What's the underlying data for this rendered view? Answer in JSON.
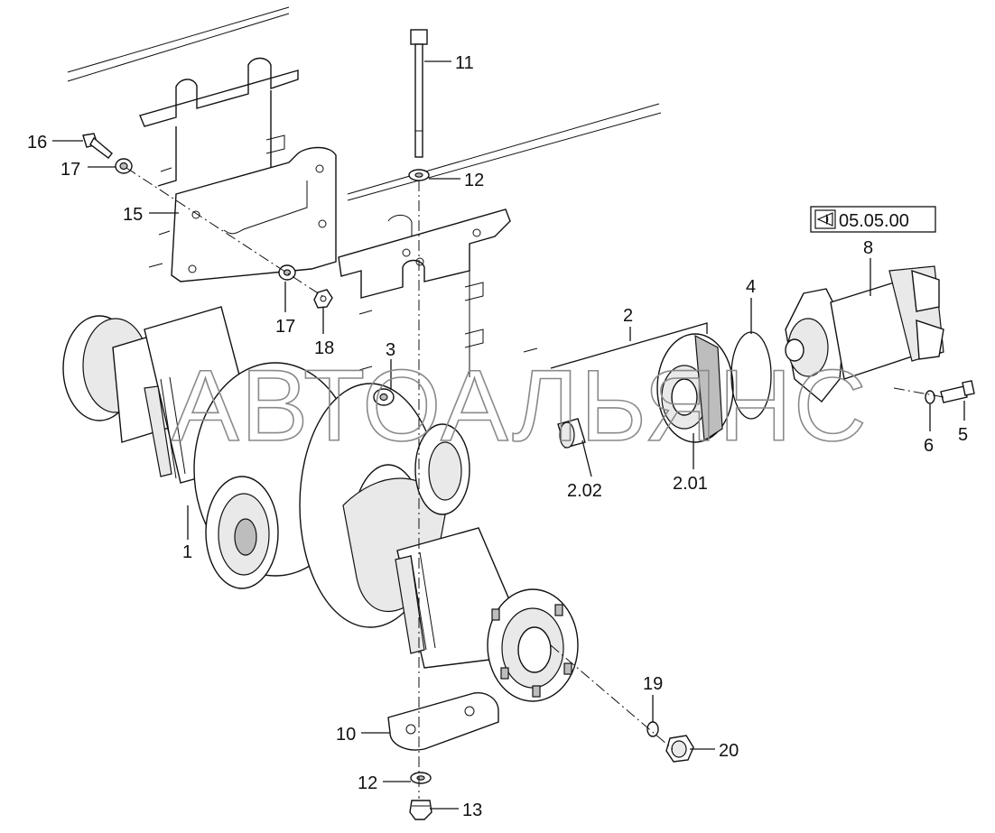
{
  "labels": {
    "p1": "1",
    "p2": "2",
    "p2_01": "2.01",
    "p2_02": "2.02",
    "p3": "3",
    "p4": "4",
    "p5": "5",
    "p6": "6",
    "p8": "8",
    "p10": "10",
    "p11": "11",
    "p12_top": "12",
    "p12_bottom": "12",
    "p13": "13",
    "p15": "15",
    "p16": "16",
    "p17_top": "17",
    "p17_mid": "17",
    "p18": "18",
    "p19": "19",
    "p20": "20"
  },
  "reference": {
    "code": "05.05.00",
    "icon": "eye-reference-icon"
  },
  "watermark": "АВТОАЛЬЯНС"
}
